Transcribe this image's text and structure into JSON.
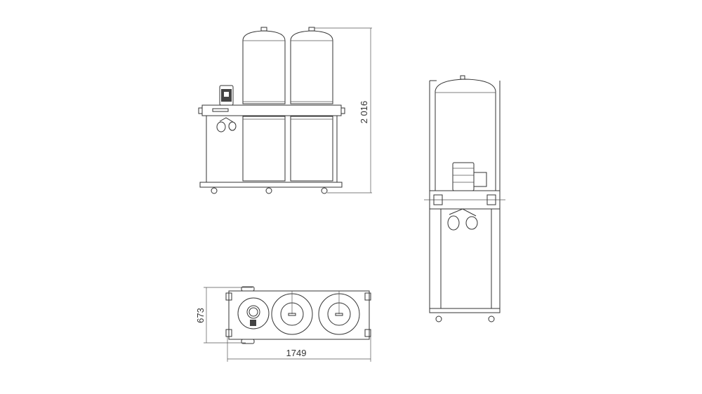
{
  "drawing": {
    "dimensions": {
      "height": "2 016",
      "depth": "673",
      "width": "1749"
    },
    "views": [
      "front-view",
      "side-view",
      "top-view"
    ],
    "line_color": "#333333",
    "background": "#ffffff"
  }
}
